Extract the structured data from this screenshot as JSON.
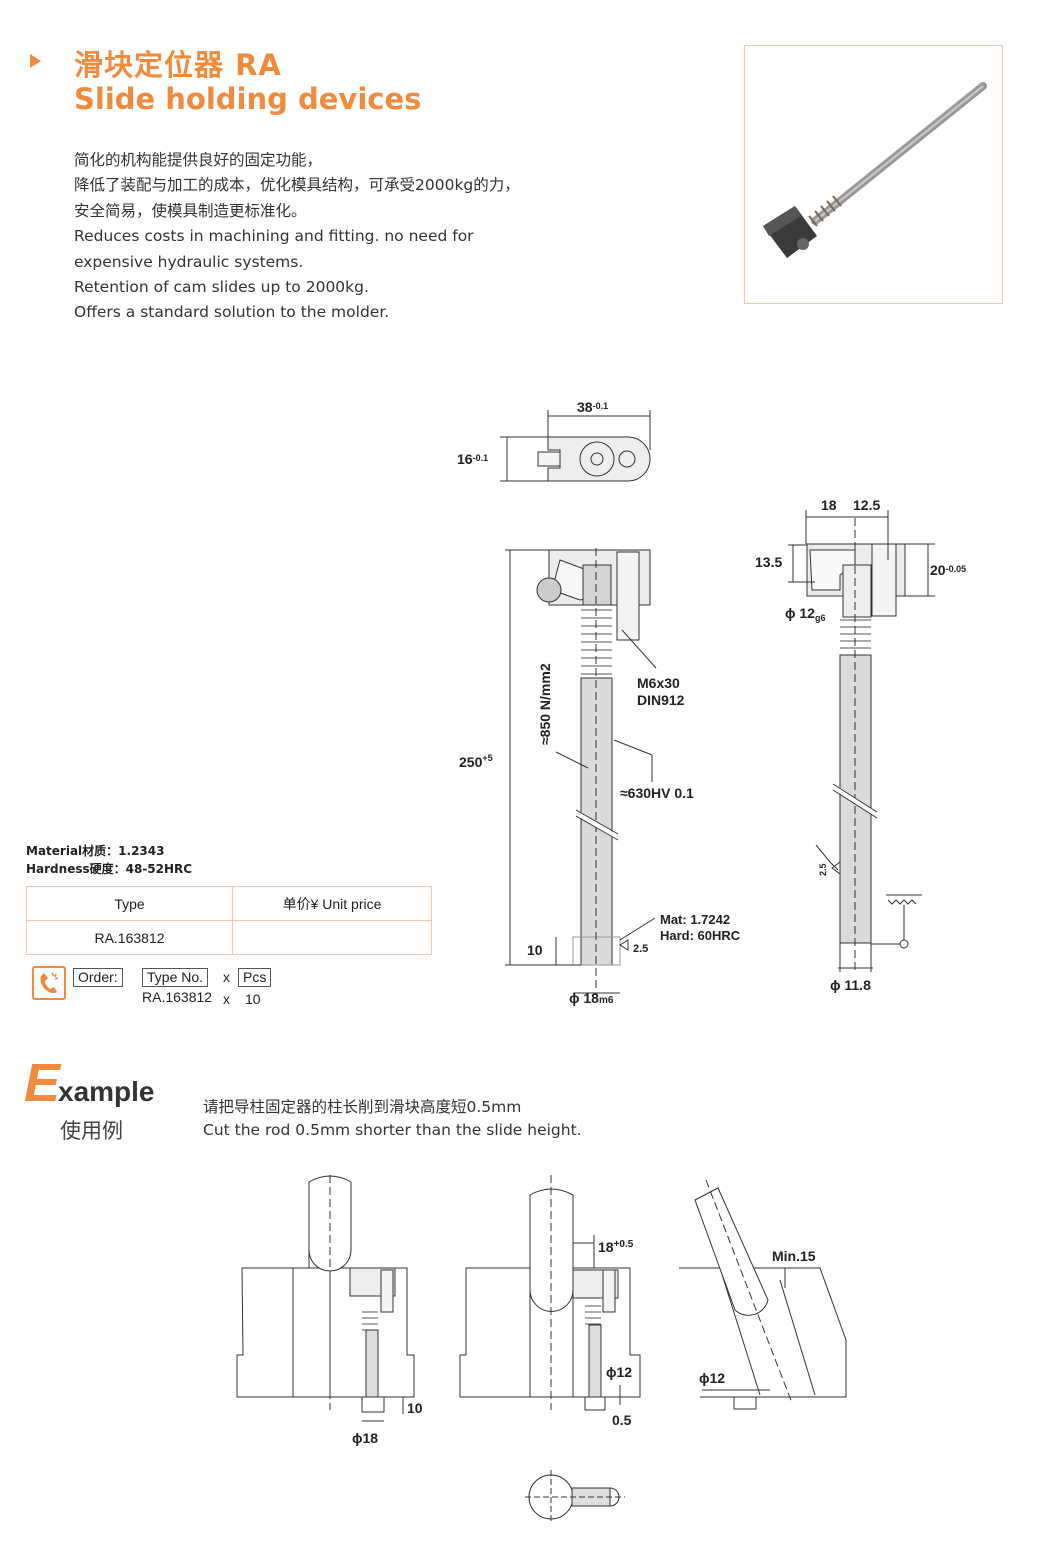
{
  "header": {
    "title_cn": "滑块定位器 RA",
    "title_en": "Slide holding devices"
  },
  "description": [
    "简化的机构能提供良好的固定功能，",
    "降低了装配与加工的成本，优化模具结构，可承受2000kg的力，",
    "安全简易，使模具制造更标准化。",
    "Reduces costs in machining and fitting. no need for",
    "expensive hydraulic systems.",
    "Retention of cam slides up to 2000kg.",
    "Offers a standard solution to the molder."
  ],
  "specs": {
    "material": "Material材质：1.2343",
    "hardness": "Hardness硬度：48-52HRC"
  },
  "price_table": {
    "headers": [
      "Type",
      "单价¥  Unit price"
    ],
    "rows": [
      [
        "RA.163812",
        ""
      ]
    ]
  },
  "order": {
    "label": "Order:",
    "type_no_label": "Type No.",
    "x": "x",
    "pcs_label": "Pcs",
    "example_type": "RA.163812",
    "example_pcs": "10"
  },
  "drawing": {
    "d38": "38",
    "d38_tol": "-0.1",
    "d16": "16",
    "d16_tol": "-0.1",
    "d250": "250",
    "d250_tol": "+5",
    "strength": "≈850 N/mm2",
    "bolt1": "M6x30",
    "bolt2": "DIN912",
    "hardness": "≈630HV 0.1",
    "mat": "Mat: 1.7242",
    "hard": "Hard: 60HRC",
    "d10": "10",
    "d2_5": "2.5",
    "d18": "ϕ 18",
    "d18_tol": "m6",
    "s18": "18",
    "s12_5": "12.5",
    "s13_5": "13.5",
    "s20": "20",
    "s20_tol": "-0.05",
    "s12": "ϕ 12",
    "s12_tol": "g6",
    "s11_8": "ϕ 11.8",
    "s2_5": "2.5"
  },
  "example": {
    "E": "E",
    "title_rest": "xample",
    "title_cn": "使用例",
    "line_cn": "请把导柱固定器的柱长削到滑块高度短0.5mm",
    "line_en": "Cut the rod 0.5mm shorter than the slide height.",
    "labels": {
      "f1_10": "10",
      "f1_d18": "ϕ18",
      "f2_18": "18",
      "f2_18_tol": "+0.5",
      "f2_d12": "ϕ12",
      "f2_05": "0.5",
      "f3_min": "Min.15",
      "f3_d12": "ϕ12"
    }
  },
  "colors": {
    "accent": "#f08a3c",
    "table_border": "#f6c6ae"
  }
}
